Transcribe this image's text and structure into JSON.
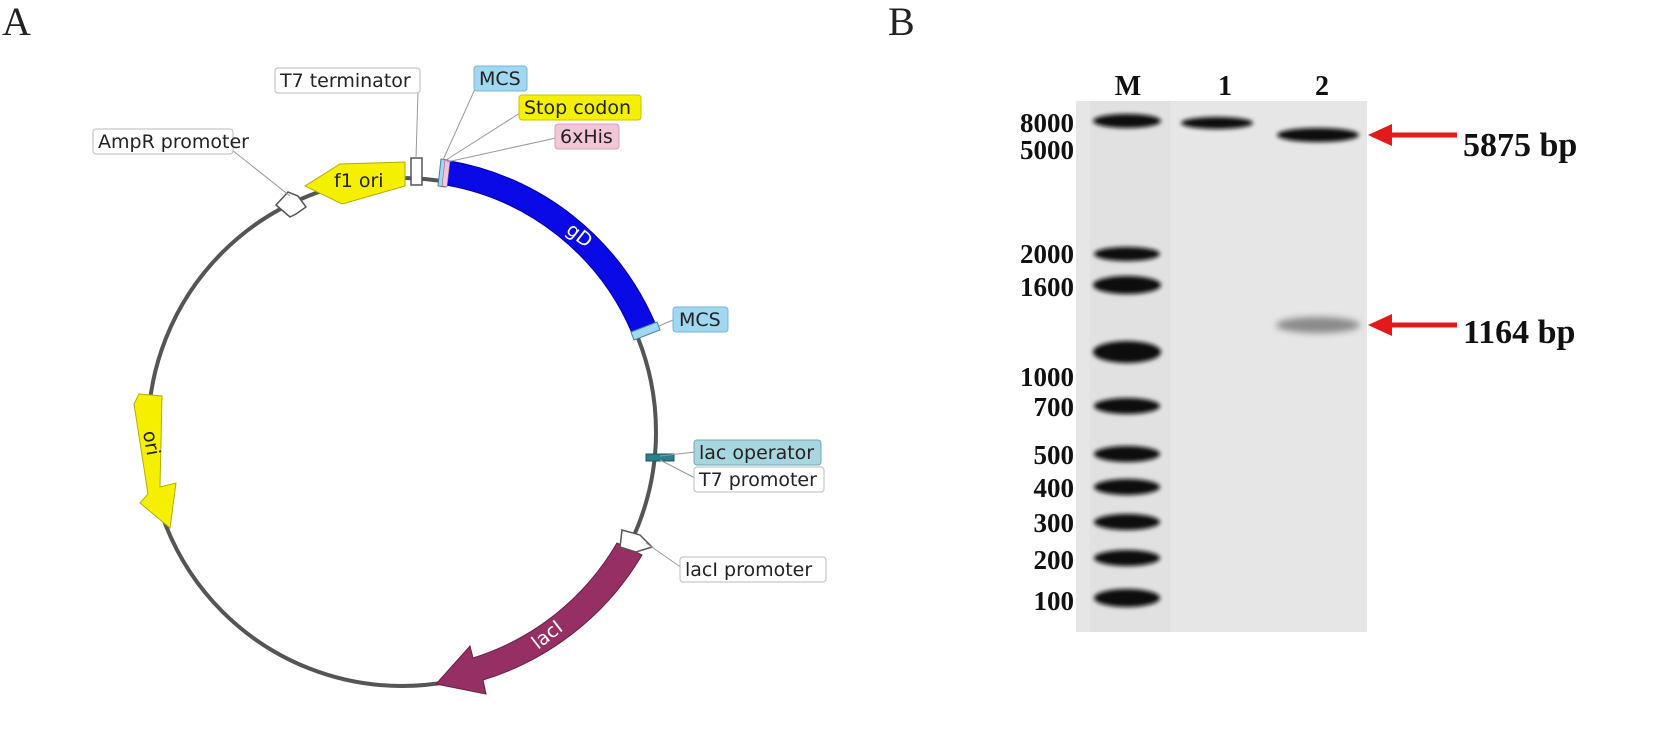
{
  "panels": {
    "a": {
      "letter": "A",
      "features": {
        "t7_terminator": "T7 terminator",
        "mcs_top": "MCS",
        "stop_codon": "Stop codon",
        "his_tag": "6xHis",
        "ampr_promoter": "AmpR promoter",
        "f1_ori": "f1 ori",
        "gd": "gD",
        "mcs_right": "MCS",
        "ori": "ori",
        "lac_operator": "lac operator",
        "t7_promoter": "T7 promoter",
        "laci_promoter": "lacI promoter",
        "laci": "lacI"
      },
      "colors": {
        "gd": "#0a0ae6",
        "f1_ori": "#f5f000",
        "ori": "#f5f000",
        "laci": "#963064",
        "mcs": "#9fd8f0",
        "stop_codon": "#f5f000",
        "his_tag": "#f2c6d6",
        "lac_operator": "#2a7f8c",
        "backbone": "#555555"
      }
    },
    "b": {
      "letter": "B",
      "lanes": [
        "M",
        "1",
        "2"
      ],
      "ladder": [
        "8000",
        "5000",
        "2000",
        "1600",
        "1000",
        "700",
        "500",
        "400",
        "300",
        "200",
        "100"
      ],
      "annotations": [
        "5875 bp",
        "1164 bp"
      ],
      "arrow_color": "#e31a1a"
    }
  }
}
